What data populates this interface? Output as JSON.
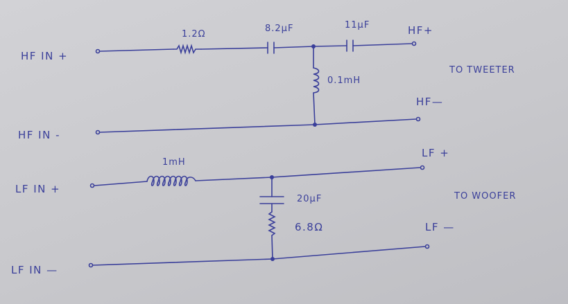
{
  "labels": {
    "hf_in_plus": "HF IN +",
    "hf_in_minus": "HF IN -",
    "lf_in_plus": "LF IN +",
    "lf_in_minus": "LF IN —",
    "hf_plus": "HF+",
    "hf_minus": "HF—",
    "lf_plus": "LF +",
    "lf_minus": "LF —",
    "to_tweeter": "TO TWEETER",
    "to_woofer": "TO WOOFER"
  },
  "components": {
    "r1": "1.2Ω",
    "c1": "8.2μF",
    "c2": "11μF",
    "l1": "0.1mH",
    "l2": "1mH",
    "c3": "20μF",
    "r2": "6.8Ω"
  }
}
